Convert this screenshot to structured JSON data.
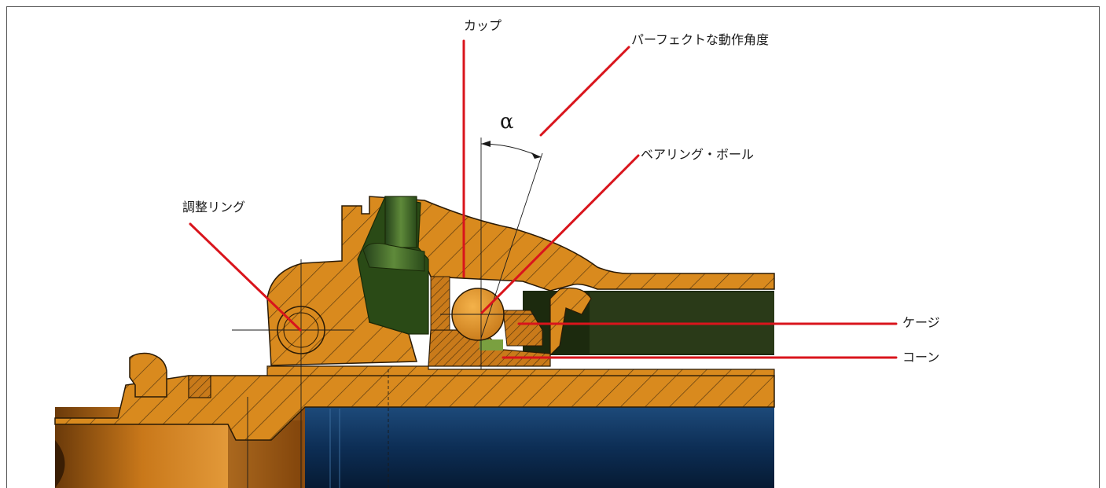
{
  "labels": {
    "cup": "カップ",
    "perfect_angle": "パーフェクトな動作角度",
    "bearing_ball": "ベアリング・ボール",
    "adjust_ring": "調整リング",
    "cage": "ケージ",
    "cone": "コーン"
  },
  "angle_symbol": "α",
  "colors": {
    "leader": "#d9141c",
    "body_orange": "#d98a1e",
    "hatch": "#3a2a10",
    "seal_green": "#2f5a1c",
    "dark_green": "#1f3010",
    "blue_bore": "#0c2a4a"
  }
}
